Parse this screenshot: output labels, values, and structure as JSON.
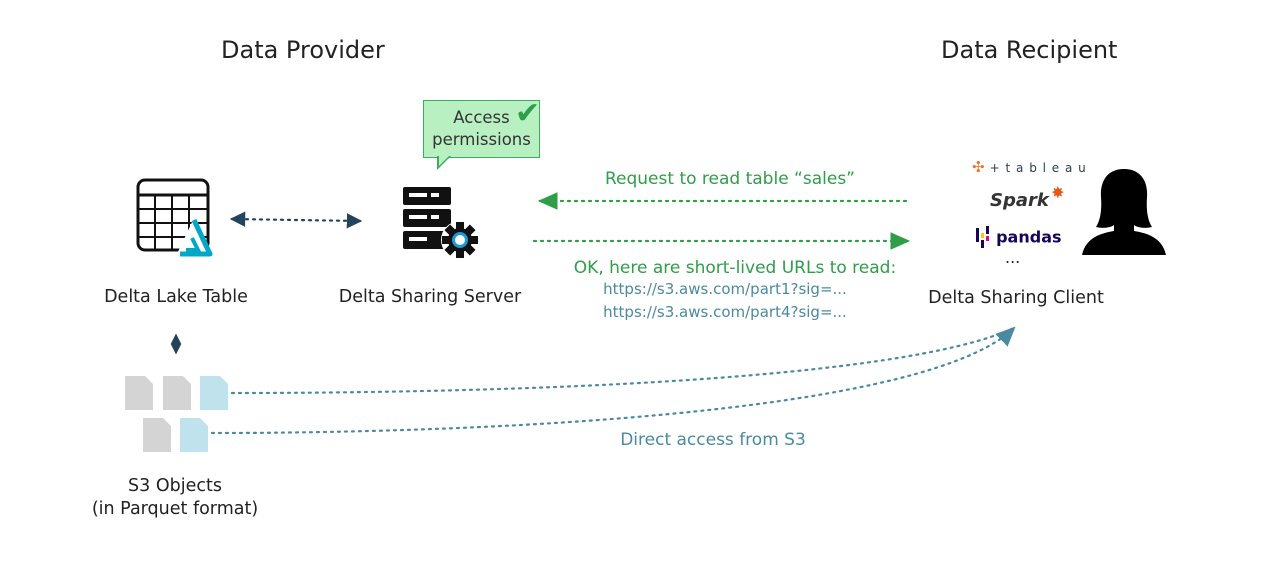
{
  "headings": {
    "provider": "Data Provider",
    "recipient": "Data Recipient"
  },
  "nodes": {
    "delta_lake_table": "Delta Lake Table",
    "sharing_server": "Delta Sharing Server",
    "sharing_client": "Delta Sharing Client",
    "s3_objects_line1": "S3 Objects",
    "s3_objects_line2": "(in Parquet format)"
  },
  "callout": {
    "line1": "Access",
    "line2": "permissions",
    "check": "✔"
  },
  "messages": {
    "request": "Request to read table “sales”",
    "response": "OK, here are short-lived URLs to read:",
    "url1": "https://s3.aws.com/part1?sig=...",
    "url2": "https://s3.aws.com/part4?sig=...",
    "direct": "Direct access from S3"
  },
  "clients": {
    "tableau": "+ t a b l e a u",
    "spark": "Spark",
    "pandas": "pandas",
    "more": "..."
  },
  "colors": {
    "green": "#2e9e48",
    "teal": "#4a8aa0",
    "navy": "#23445a"
  }
}
